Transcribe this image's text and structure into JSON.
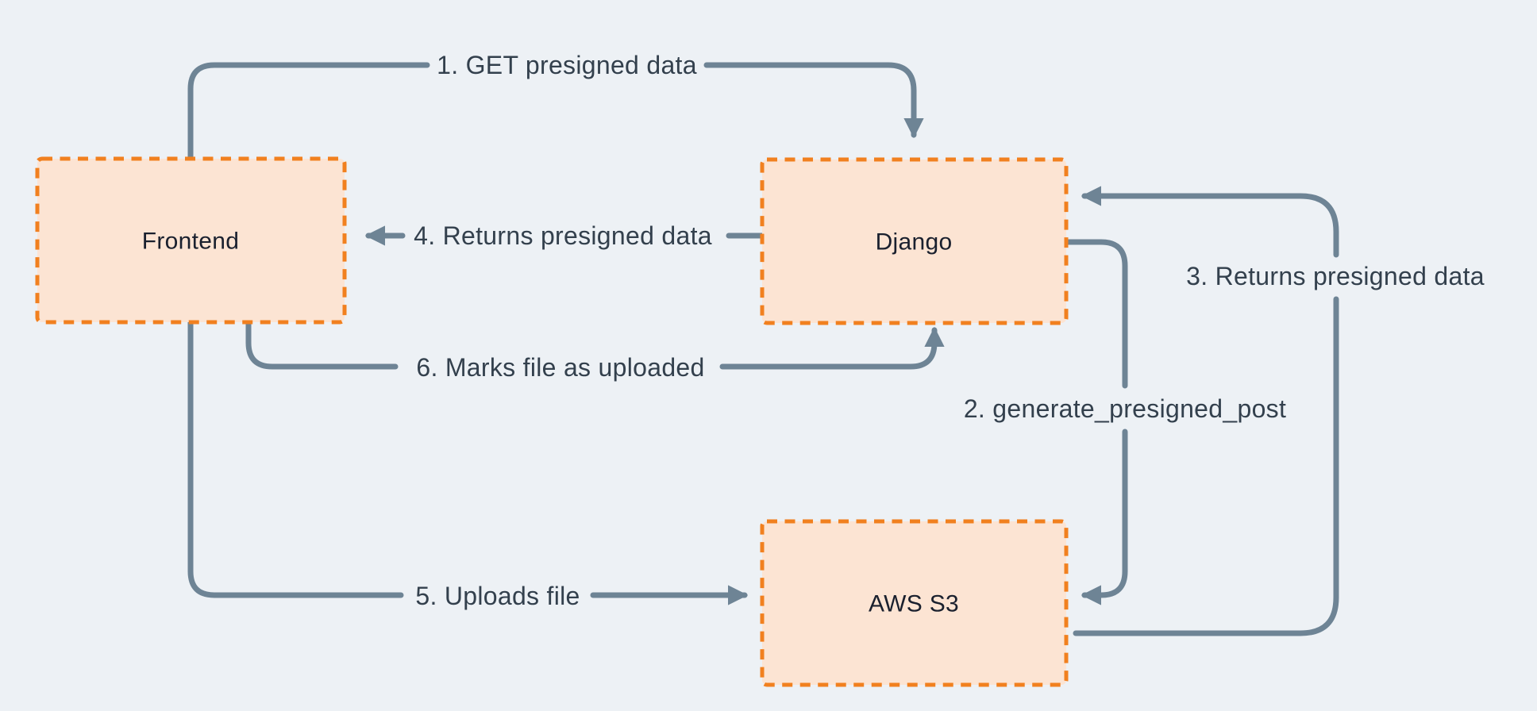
{
  "diagram": {
    "nodes": [
      {
        "id": "frontend",
        "label": "Frontend"
      },
      {
        "id": "django",
        "label": "Django"
      },
      {
        "id": "aws-s3",
        "label": "AWS S3"
      }
    ],
    "edges": [
      {
        "step": "1",
        "label": "1. GET presigned data",
        "from": "Frontend",
        "to": "Django"
      },
      {
        "step": "2",
        "label": "2. generate_presigned_post",
        "from": "Django",
        "to": "AWS S3"
      },
      {
        "step": "3",
        "label": "3. Returns presigned data",
        "from": "AWS S3",
        "to": "Django"
      },
      {
        "step": "4",
        "label": "4. Returns presigned data",
        "from": "Django",
        "to": "Frontend"
      },
      {
        "step": "5",
        "label": "5. Uploads file",
        "from": "Frontend",
        "to": "AWS S3"
      },
      {
        "step": "6",
        "label": "6. Marks file as  uploaded",
        "from": "Frontend",
        "to": "Django"
      }
    ]
  },
  "colors": {
    "bg": "#edf1f5",
    "node-fill": "#fce4d3",
    "node-border": "#f1801f",
    "edge": "#6e8495",
    "edge-label": "#33404d",
    "node-label": "#1a202e"
  }
}
